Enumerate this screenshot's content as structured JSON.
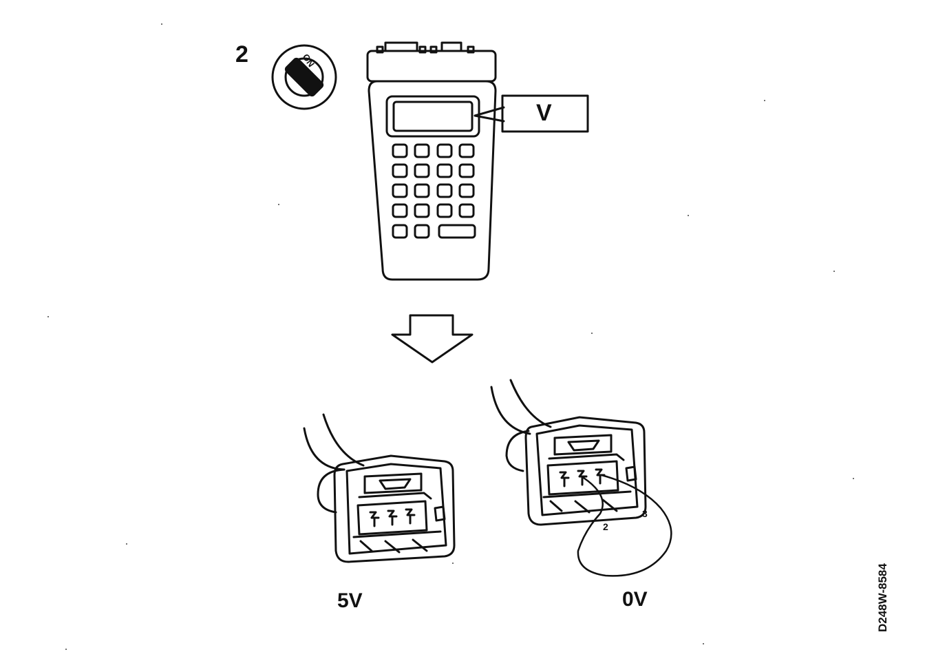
{
  "step_number": "2",
  "ignition": {
    "position_label": "ON"
  },
  "tester": {
    "display_label": "V"
  },
  "connectors": {
    "left": {
      "voltage_label": "5V"
    },
    "right": {
      "voltage_label": "0V",
      "pin_labels": [
        "2",
        "3"
      ]
    }
  },
  "reference_code": "D248W-8584",
  "colors": {
    "ink": "#111111",
    "background": "#ffffff"
  }
}
